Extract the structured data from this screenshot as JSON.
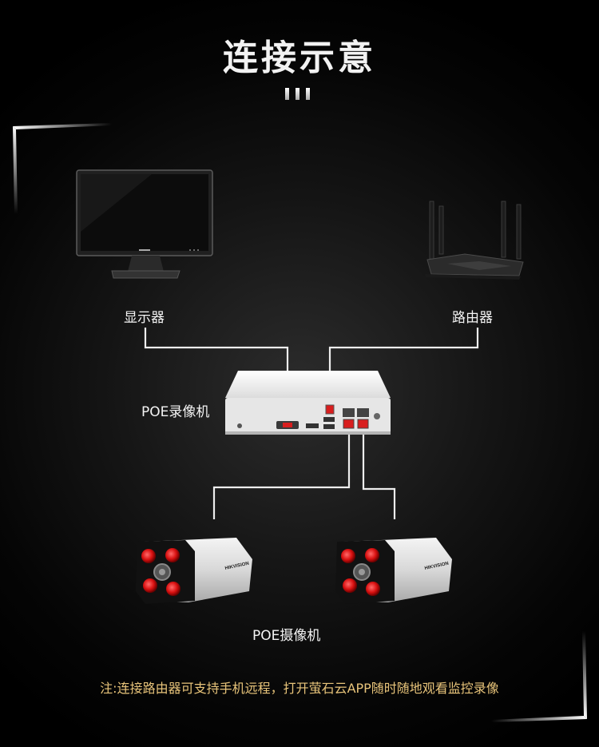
{
  "title": "连接示意",
  "devices": {
    "monitor_label": "显示器",
    "router_label": "路由器",
    "nvr_label": "POE录像机",
    "camera_label": "POE摄像机",
    "camera_brand": "HIKVISION"
  },
  "note": "注:连接路由器可支持手机远程，打开萤石云APP随时随地观看监控录像",
  "colors": {
    "accent_red": "#e02020",
    "note_gold": "#e8c47a",
    "line_white": "#ededed"
  }
}
